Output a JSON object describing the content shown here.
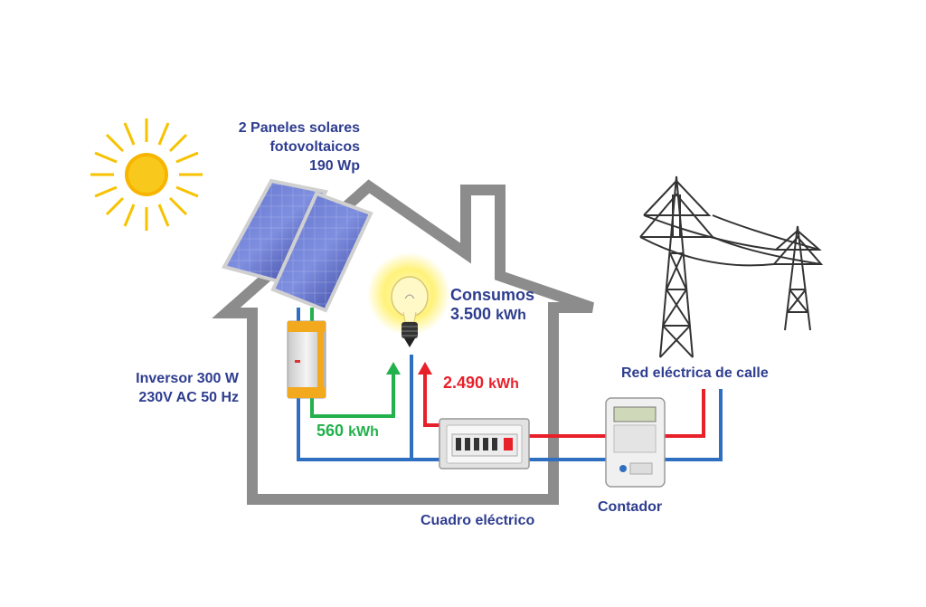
{
  "labels": {
    "panels": {
      "line1": "2 Paneles solares",
      "line2": "fotovoltaicos",
      "line3": "190 Wp"
    },
    "consumption": {
      "title": "Consumos",
      "value": "3.500",
      "unit": "kWh"
    },
    "inverter": {
      "line1": "Inversor 300 W",
      "line2": "230V AC 50 Hz"
    },
    "solar_flow": {
      "value": "560",
      "unit": "kWh"
    },
    "grid_flow": {
      "value": "2.490",
      "unit": "kWh"
    },
    "grid": "Red eléctrica de calle",
    "panel_box": "Cuadro eléctrico",
    "meter": "Contador"
  },
  "colors": {
    "text": "#2e3d8f",
    "house": "#8c8c8c",
    "solar_line": "#22b14c",
    "grid_line": "#e8202a",
    "neutral_line": "#2f6fc2",
    "sun": "#f7b500"
  }
}
